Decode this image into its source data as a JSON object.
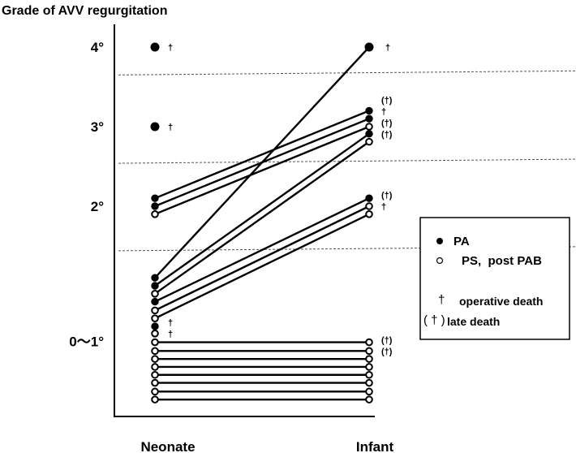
{
  "chart_data": {
    "type": "line",
    "title": "Grade of AVV regurgitation",
    "categories": [
      "Neonate",
      "Infant"
    ],
    "y_ticks": [
      {
        "value": 4,
        "label": "4°"
      },
      {
        "value": 3,
        "label": "3°"
      },
      {
        "value": 2,
        "label": "2°"
      },
      {
        "value": 0.3,
        "label": "0～1°"
      }
    ],
    "ylim": [
      -0.6,
      4.4
    ],
    "grade_boundaries": [
      3.66,
      2.55,
      1.45
    ],
    "legend": {
      "placement": "right",
      "items": [
        {
          "symbol": "filled-circle",
          "label": "PA"
        },
        {
          "symbol": "open-circle",
          "label": "PS,  post PAB"
        },
        {
          "symbol": "†",
          "label": "operative death"
        },
        {
          "symbol": "( † )",
          "label": "late death"
        }
      ]
    },
    "series": [
      {
        "group": "PA",
        "neonate": 4.0,
        "infant": null,
        "neonate_mark": "†",
        "infant_mark": null
      },
      {
        "group": "PA",
        "neonate": 3.0,
        "infant": null,
        "neonate_mark": "†",
        "infant_mark": null
      },
      {
        "group": "PA",
        "neonate": 2.1,
        "infant": 3.2,
        "neonate_mark": null,
        "infant_mark": "(†)"
      },
      {
        "group": "PA",
        "neonate": 2.0,
        "infant": 3.1,
        "neonate_mark": null,
        "infant_mark": "†"
      },
      {
        "group": "PS",
        "neonate": 1.9,
        "infant": 3.0,
        "neonate_mark": null,
        "infant_mark": "(†)"
      },
      {
        "group": "PA",
        "neonate": 1.1,
        "infant": 4.0,
        "neonate_mark": null,
        "infant_mark": "†"
      },
      {
        "group": "PA",
        "neonate": 1.0,
        "infant": 2.91,
        "neonate_mark": null,
        "infant_mark": "(†)"
      },
      {
        "group": "PS",
        "neonate": 0.9,
        "infant": 2.81,
        "neonate_mark": null,
        "infant_mark": null
      },
      {
        "group": "PA",
        "neonate": 0.8,
        "infant": 2.1,
        "neonate_mark": null,
        "infant_mark": "(†)"
      },
      {
        "group": "PS",
        "neonate": 0.69,
        "infant": 2.0,
        "neonate_mark": null,
        "infant_mark": "†"
      },
      {
        "group": "PS",
        "neonate": 0.59,
        "infant": 1.9,
        "neonate_mark": null,
        "infant_mark": null
      },
      {
        "group": "PA",
        "neonate": 0.49,
        "infant": null,
        "neonate_mark": "†",
        "infant_mark": null
      },
      {
        "group": "PS",
        "neonate": 0.4,
        "infant": null,
        "neonate_mark": "†",
        "infant_mark": null
      },
      {
        "group": "PS",
        "neonate": 0.29,
        "infant": 0.29,
        "neonate_mark": null,
        "infant_mark": "(†)"
      },
      {
        "group": "PS",
        "neonate": 0.18,
        "infant": 0.18,
        "neonate_mark": null,
        "infant_mark": "(†)"
      },
      {
        "group": "PS",
        "neonate": 0.08,
        "infant": 0.08,
        "neonate_mark": null,
        "infant_mark": null
      },
      {
        "group": "PS",
        "neonate": -0.02,
        "infant": -0.02,
        "neonate_mark": null,
        "infant_mark": null
      },
      {
        "group": "PS",
        "neonate": -0.12,
        "infant": -0.12,
        "neonate_mark": null,
        "infant_mark": null
      },
      {
        "group": "PS",
        "neonate": -0.22,
        "infant": -0.22,
        "neonate_mark": null,
        "infant_mark": null
      },
      {
        "group": "PS",
        "neonate": -0.33,
        "infant": -0.33,
        "neonate_mark": null,
        "infant_mark": null
      },
      {
        "group": "PS",
        "neonate": -0.43,
        "infant": -0.43,
        "neonate_mark": null,
        "infant_mark": null
      }
    ]
  }
}
